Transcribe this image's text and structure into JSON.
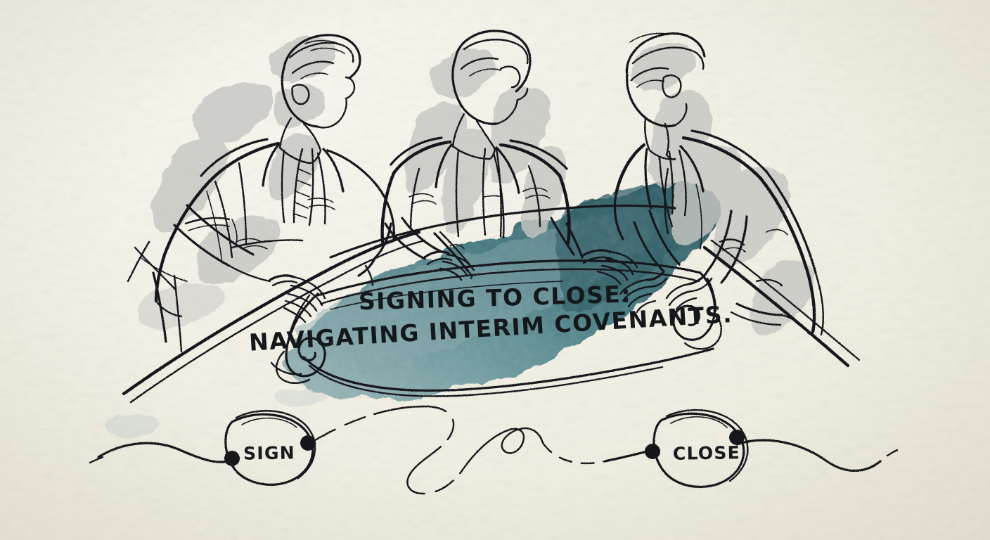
{
  "scene": {
    "kind": "hand-drawn-illustration",
    "medium": "ink-sketch-with-watercolor-wash",
    "background_color": "#f8f5ec",
    "ink_color": "#16181a",
    "wash_teal_dark": "#2f6068",
    "wash_teal_mid": "#4b838a",
    "wash_teal_light": "#93b0b3",
    "wash_gray": "#c9c9c6"
  },
  "banner": {
    "title_line_1": "SIGNING TO CLOSE:",
    "title_line_2": "NAVIGATING INTERIM COVENANTS.",
    "shape": "unrolled-scroll"
  },
  "figures": [
    {
      "name": "left-businessman",
      "pose": "leaning-over-table-hands-on-scroll"
    },
    {
      "name": "center-businessman",
      "pose": "signing-document-with-pen"
    },
    {
      "name": "right-businessman",
      "pose": "leaning-in-hands-on-table"
    }
  ],
  "timeline": {
    "start_node_label": "SIGN",
    "end_node_label": "CLOSE",
    "connector_style": "hand-drawn-meandering-dashed-line"
  }
}
